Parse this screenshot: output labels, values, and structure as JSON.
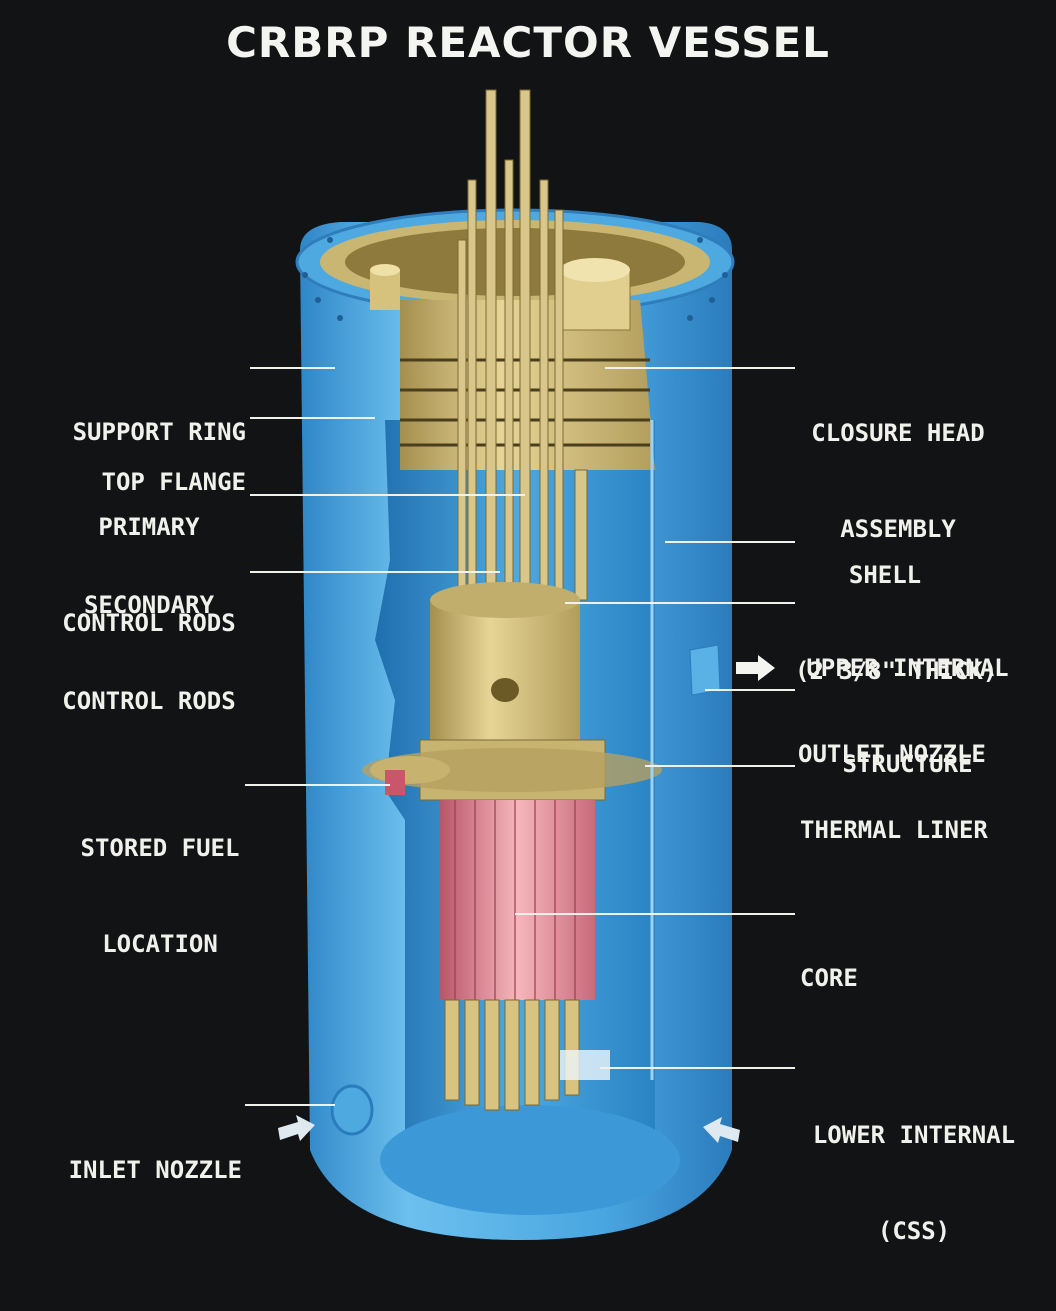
{
  "title": "CRBRP REACTOR VESSEL",
  "colors": {
    "background": "#111315",
    "vessel": "#4aa6e0",
    "internals": "#d4c27e",
    "core": "#e89aa0",
    "label": "#f1f1ec"
  },
  "labels": {
    "support_ring": [
      "SUPPORT RING"
    ],
    "top_flange": [
      "TOP FLANGE"
    ],
    "primary_control_rods": [
      "PRIMARY",
      "CONTROL RODS"
    ],
    "secondary_control_rods": [
      "SECONDARY",
      "CONTROL RODS"
    ],
    "stored_fuel_location": [
      "STORED FUEL",
      "LOCATION"
    ],
    "inlet_nozzle": [
      "INLET NOZZLE"
    ],
    "closure_head_assembly": [
      "CLOSURE HEAD",
      "ASSEMBLY"
    ],
    "shell": [
      "SHELL",
      "(2 3/8\" THICK)"
    ],
    "upper_internal_structure": [
      "UPPER INTERNAL",
      "STRUCTURE"
    ],
    "outlet_nozzle": [
      "OUTLET NOZZLE"
    ],
    "thermal_liner": [
      "THERMAL LINER"
    ],
    "core": [
      "CORE"
    ],
    "lower_internal": [
      "LOWER INTERNAL",
      "(CSS)"
    ]
  }
}
